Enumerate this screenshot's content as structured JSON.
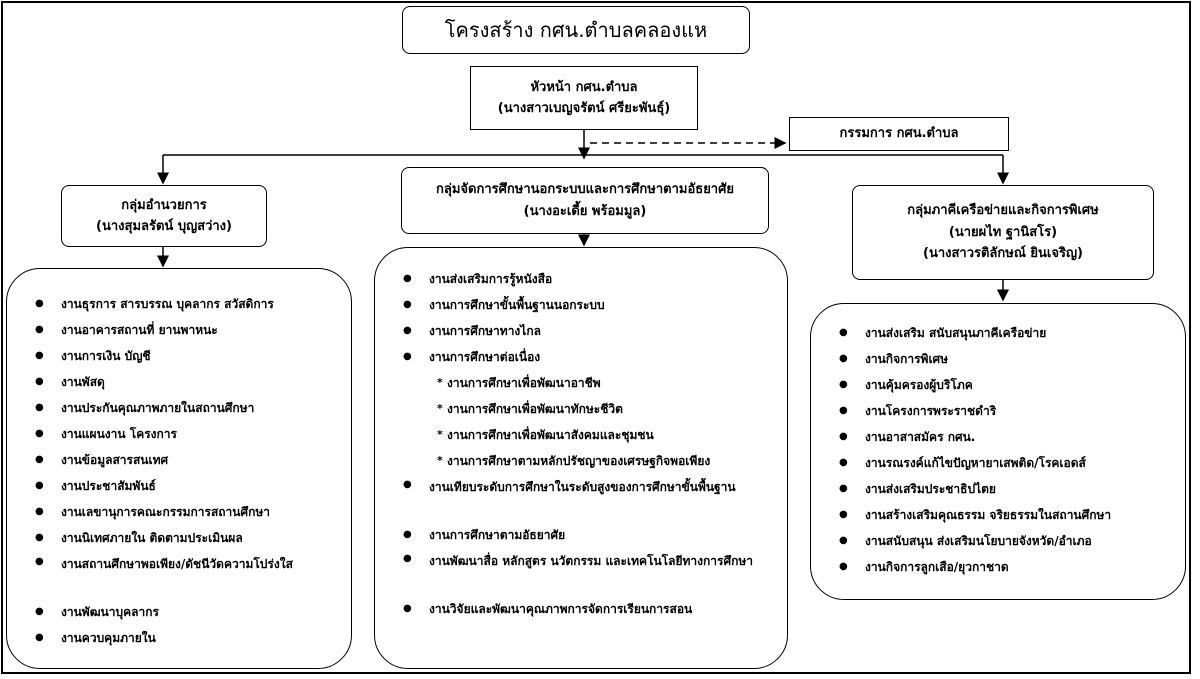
{
  "title": "โครงสร้าง กศน.ตำบลคลองแห",
  "head": {
    "role": "หัวหน้า กศน.ตำบล",
    "name": "(นางสาวเบญจรัตน์ ศรียะพันธุ์)"
  },
  "committee": "กรรมการ กศน.ตำบล",
  "groups": [
    {
      "title": "กลุ่มอำนวยการ",
      "people": [
        "(นางสุมลรัตน์  บุญสว่าง)"
      ],
      "tasks": [
        "งานธุรการ สารบรรณ บุคลากร สวัสดิการ",
        "งานอาคารสถานที่ ยานพาหนะ",
        "งานการเงิน บัญชี",
        "งานพัสดุ",
        "งานประกันคุณภาพภายในสถานศึกษา",
        "งานแผนงาน โครงการ",
        "งานข้อมูลสารสนเทศ",
        "งานประชาสัมพันธ์",
        "งานเลขานุการคณะกรรมการสถานศึกษา",
        "งานนิเทศภายใน ติดตามประเมินผล",
        "งานสถานศึกษาพอเพียง/ดัชนีวัดความโปร่งใส",
        "งานพัฒนาบุคลากร",
        "งานควบคุมภายใน"
      ]
    },
    {
      "title": "กลุ่มจัดการศึกษานอกระบบและการศึกษาตามอัธยาศัย",
      "people": [
        "(นางอะเดี้ย  พร้อมมูล)"
      ],
      "tasks": [
        "งานส่งเสริมการรู้หนังสือ",
        "งานการศึกษาขั้นพื้นฐานนอกระบบ",
        "งานการศึกษาทางไกล",
        "งานการศึกษาต่อเนื่อง",
        "งานการศึกษาเพื่อพัฒนาอาชีพ",
        "งานการศึกษาเพื่อพัฒนาทักษะชีวิต",
        "งานการศึกษาเพื่อพัฒนาสังคมและชุมชน",
        "งานการศึกษาตามหลักปรัชญาของเศรษฐกิจพอเพียง",
        "งานเทียบระดับการศึกษาในระดับสูงของการศึกษาขั้นพื้นฐาน",
        "งานการศึกษาตามอัธยาศัย",
        "งานพัฒนาสื่อ หลักสูตร นวัตกรรม และเทคโนโลยีทางการศึกษา",
        "งานวิจัยและพัฒนาคุณภาพการจัดการเรียนการสอน"
      ]
    },
    {
      "title": "กลุ่มภาคีเครือข่ายและกิจการพิเศษ",
      "people": [
        "(นายผไท  ฐานิสโร)",
        "(นางสาวรติลักษณ์ ยินเจริญ)"
      ],
      "tasks": [
        "งานส่งเสริม สนับสนุนภาคีเครือข่าย",
        "งานกิจการพิเศษ",
        "งานคุ้มครองผู้บริโภค",
        "งานโครงการพระราชดำริ",
        "งานอาสาสมัคร กศน.",
        "งานรณรงค์แก้ไขปัญหายาเสพติด/โรคเอดส์",
        "งานส่งเสริมประชาธิปไตย",
        "งานสร้างเสริมคุณธรรม จริยธรรมในสถานศึกษา",
        "งานสนับสนุน ส่งเสริมนโยบายจังหวัด/อำเภอ",
        "งานกิจการลูกเสือ/ยุวกาชาด"
      ]
    }
  ]
}
